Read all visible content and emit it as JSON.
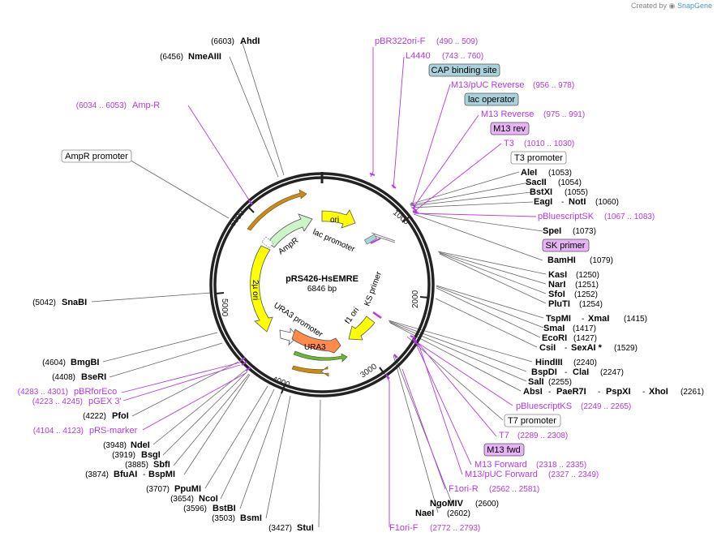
{
  "credit": {
    "prefix": "Created by",
    "brand": "SnapGene"
  },
  "plasmid": {
    "name": "pRS426-HsEMRE",
    "size": "6846 bp"
  },
  "ring_ticks": [
    "1000",
    "2000",
    "3000",
    "4000",
    "5000",
    "6000"
  ],
  "features": {
    "ori": "ori",
    "lac_promoter": "lac promoter",
    "ampr": "AmpR",
    "two_mu_ori": "2µ ori",
    "ura3_promoter": "URA3 promoter",
    "ura3": "URA3",
    "f1_ori": "f1 ori",
    "ks_primer": "KS primer"
  },
  "left_labels": {
    "ahdi": {
      "name": "AhdI",
      "pos": "(6603)"
    },
    "nmeaiii": {
      "name": "NmeAIII",
      "pos": "(6456)"
    },
    "ampr_primer": {
      "name": "Amp-R",
      "pos": "(6034 .. 6053)"
    },
    "ampr_promoter": "AmpR promoter",
    "snabi": {
      "name": "SnaBI",
      "pos": "(5042)"
    },
    "bmgbi": {
      "name": "BmgBI",
      "pos": "(4604)"
    },
    "bseri": {
      "name": "BseRI",
      "pos": "(4408)"
    },
    "pbrforeco": {
      "name": "pBRforEco",
      "pos": "(4283 .. 4301)"
    },
    "pgex3": {
      "name": "pGEX 3'",
      "pos": "(4223 .. 4245)"
    },
    "pfoi": {
      "name": "PfoI",
      "pos": "(4222)"
    },
    "prsmarker": {
      "name": "pRS-marker",
      "pos": "(4104 .. 4123)"
    },
    "ndei": {
      "name": "NdeI",
      "pos": "(3948)"
    },
    "bsgi": {
      "name": "BsgI",
      "pos": "(3919)"
    },
    "sbfi": {
      "name": "SbfI",
      "pos": "(3885)"
    },
    "bfuai": {
      "name": "BfuAI",
      "name2": "BspMI",
      "pos": "(3874)"
    },
    "ppumi": {
      "name": "PpuMI",
      "pos": "(3707)"
    },
    "ncoi": {
      "name": "NcoI",
      "pos": "(3654)"
    },
    "bstbi": {
      "name": "BstBI",
      "pos": "(3596)"
    },
    "bsmi": {
      "name": "BsmI",
      "pos": "(3503)"
    },
    "stui": {
      "name": "StuI",
      "pos": "(3427)"
    }
  },
  "right_labels": {
    "pbr322ori": {
      "name": "pBR322ori-F",
      "pos": "(490 .. 509)"
    },
    "l4440": {
      "name": "L4440",
      "pos": "(743 .. 760)"
    },
    "cap": "CAP binding site",
    "m13puc_rev": {
      "name": "M13/pUC Reverse",
      "pos": "(956 .. 978)"
    },
    "lac_operator": "lac operator",
    "m13_reverse": {
      "name": "M13 Reverse",
      "pos": "(975 .. 991)"
    },
    "m13_rev_box": "M13 rev",
    "t3": {
      "name": "T3",
      "pos": "(1010 .. 1030)"
    },
    "t3_promoter": "T3 promoter",
    "alei": {
      "name": "AleI",
      "pos": "(1053)"
    },
    "sacii": {
      "name": "SacII",
      "pos": "(1054)"
    },
    "bstxi": {
      "name": "BstXI",
      "pos": "(1055)"
    },
    "eagi": {
      "name": "EagI",
      "name2": "NotI",
      "pos": "(1060)"
    },
    "pbluescriptsk": {
      "name": "pBluescriptSK",
      "pos": "(1067 .. 1083)"
    },
    "spei": {
      "name": "SpeI",
      "pos": "(1073)"
    },
    "sk_primer": "SK primer",
    "bamhi": {
      "name": "BamHI",
      "pos": "(1079)"
    },
    "kasi": {
      "name": "KasI",
      "pos": "(1250)"
    },
    "nari": {
      "name": "NarI",
      "pos": "(1251)"
    },
    "sfoi": {
      "name": "SfoI",
      "pos": "(1252)"
    },
    "pluti": {
      "name": "PluTI",
      "pos": "(1254)"
    },
    "tspmi": {
      "name": "TspMI",
      "name2": "XmaI",
      "pos": "(1415)"
    },
    "smai": {
      "name": "SmaI",
      "pos": "(1417)"
    },
    "ecori": {
      "name": "EcoRI",
      "pos": "(1427)"
    },
    "csii": {
      "name": "CsiI",
      "name2": "SexAI *",
      "pos": "(1529)"
    },
    "hindiii": {
      "name": "HindIII",
      "pos": "(2240)"
    },
    "bspdi": {
      "name": "BspDI",
      "name2": "ClaI",
      "pos": "(2247)"
    },
    "sali": {
      "name": "SalI",
      "pos": "(2255)"
    },
    "absi": {
      "name": "AbsI",
      "name2": "PaeR7I",
      "name3": "PspXI",
      "name4": "XhoI",
      "pos": "(2261)"
    },
    "pbluescriptks": {
      "name": "pBluescriptKS",
      "pos": "(2249 .. 2265)"
    },
    "t7_promoter": "T7 promoter",
    "t7": {
      "name": "T7",
      "pos": "(2289 .. 2308)"
    },
    "m13_fwd_box": "M13 fwd",
    "m13_forward": {
      "name": "M13 Forward",
      "pos": "(2318 .. 2335)"
    },
    "m13puc_fwd": {
      "name": "M13/pUC Forward",
      "pos": "(2327 .. 2349)"
    },
    "f1ori_r": {
      "name": "F1ori-R",
      "pos": "(2562 .. 2581)"
    },
    "ngomiv": {
      "name": "NgoMIV",
      "pos": "(2600)"
    },
    "naei": {
      "name": "NaeI",
      "pos": "(2602)"
    },
    "f1ori_f": {
      "name": "F1ori-F",
      "pos": "(2772 .. 2793)"
    }
  },
  "colors": {
    "purple": "#b339e0",
    "teal_box": "#a9d2dd",
    "purple_box": "#e6b3f5",
    "yellow": "#ffff00",
    "green": "#ccf5c7",
    "orange": "#ff8a4a",
    "brown": "#c88a1a",
    "olive_green": "#6fb33a"
  }
}
